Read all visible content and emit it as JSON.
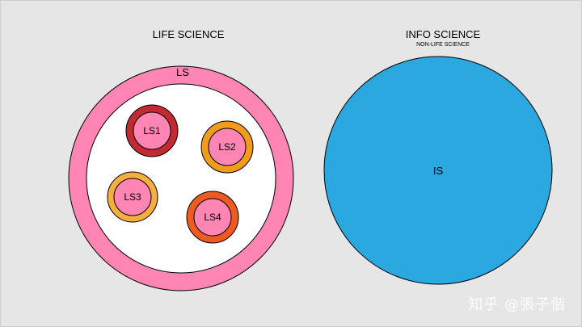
{
  "life_science": {
    "title": "LIFE SCIENCE",
    "outer_label": "LS",
    "outer_color": "#ff85b4",
    "inner_fill": "#ff85b4",
    "subgroups": [
      {
        "label": "LS1",
        "ring_color": "#c22a31"
      },
      {
        "label": "LS2",
        "ring_color": "#f29c1c"
      },
      {
        "label": "LS3",
        "ring_color": "#f6ae3e"
      },
      {
        "label": "LS4",
        "ring_color": "#ed5b22"
      }
    ]
  },
  "info_science": {
    "title": "INFO SCIENCE",
    "subtitle": "NON-LIFE SCIENCE",
    "label": "IS",
    "color": "#2ba8e0"
  },
  "background_color": "#e6e6e6",
  "watermark": "知乎 @張子偕"
}
